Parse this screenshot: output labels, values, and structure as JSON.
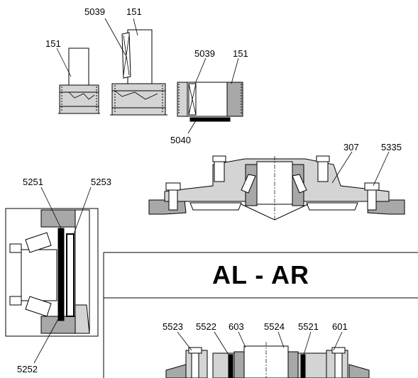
{
  "title": "AL - AR",
  "labels": {
    "l151a": "151",
    "l5039a": "5039",
    "l151b": "151",
    "l5039b": "5039",
    "l151c": "151",
    "l5040": "5040",
    "l307": "307",
    "l5335": "5335",
    "l5251": "5251",
    "l5253": "5253",
    "l5252": "5252",
    "l5523": "5523",
    "l5522": "5522",
    "l603": "603",
    "l5524": "5524",
    "l5521": "5521",
    "l601": "601"
  },
  "colors": {
    "line": "#000000",
    "fill_gray": "#a8a8a8",
    "fill_light": "#d4d4d4",
    "background": "#ffffff"
  }
}
